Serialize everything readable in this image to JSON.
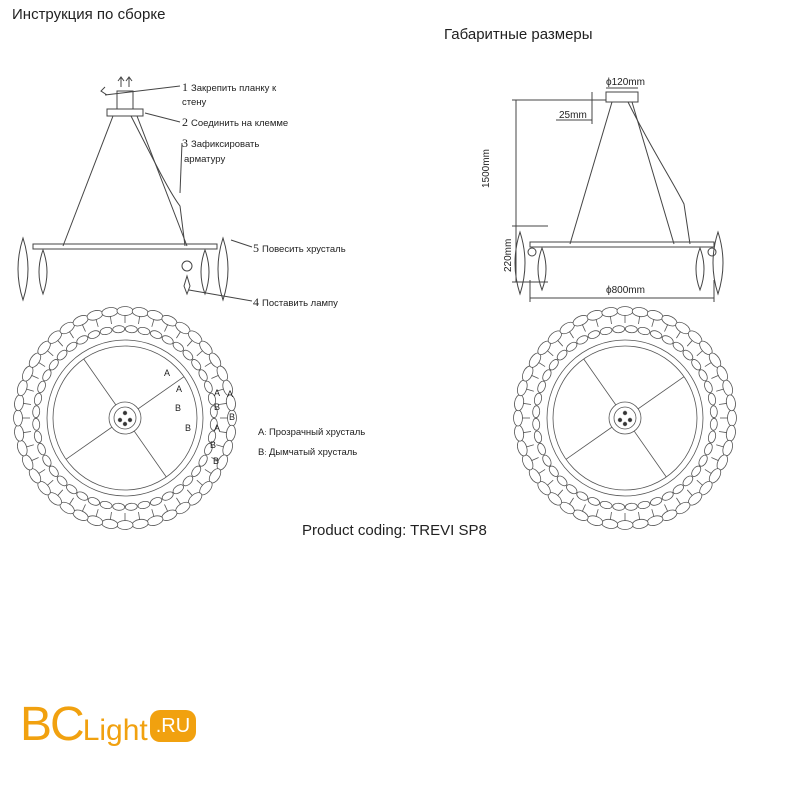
{
  "headings": {
    "instructions": "Инструкция по сборке",
    "dimensions": "Габаритные размеры"
  },
  "steps": [
    {
      "num": "1",
      "text": "Закрепить планку к",
      "text2": "стену"
    },
    {
      "num": "2",
      "text": "Соединить на клемме"
    },
    {
      "num": "3",
      "text": "Зафиксировать",
      "text2": "арматуру"
    },
    {
      "num": "5",
      "text": "Повесить хрусталь"
    },
    {
      "num": "4",
      "text": "Поставить лампу"
    }
  ],
  "dimensions": {
    "canopy": "ϕ120mm",
    "canopy_height": "25mm",
    "suspension": "1500mm",
    "body_height": "220mm",
    "diameter": "ϕ800mm"
  },
  "legend": [
    {
      "key": "A",
      "sep": ":",
      "text": "Прозрачный хрусталь"
    },
    {
      "key": "B",
      "sep": ":",
      "text": "Дымчатый хрусталь"
    }
  ],
  "ring_marks": [
    "A",
    "A",
    "B",
    "B",
    "A",
    "A",
    "B",
    "B",
    "A",
    "B",
    "B"
  ],
  "product_coding": "Product coding: TREVI SP8",
  "logo": {
    "main": "BC",
    "sub": "Light",
    "badge": ".RU"
  },
  "colors": {
    "logo": "#f1a10f",
    "line": "#444444"
  }
}
